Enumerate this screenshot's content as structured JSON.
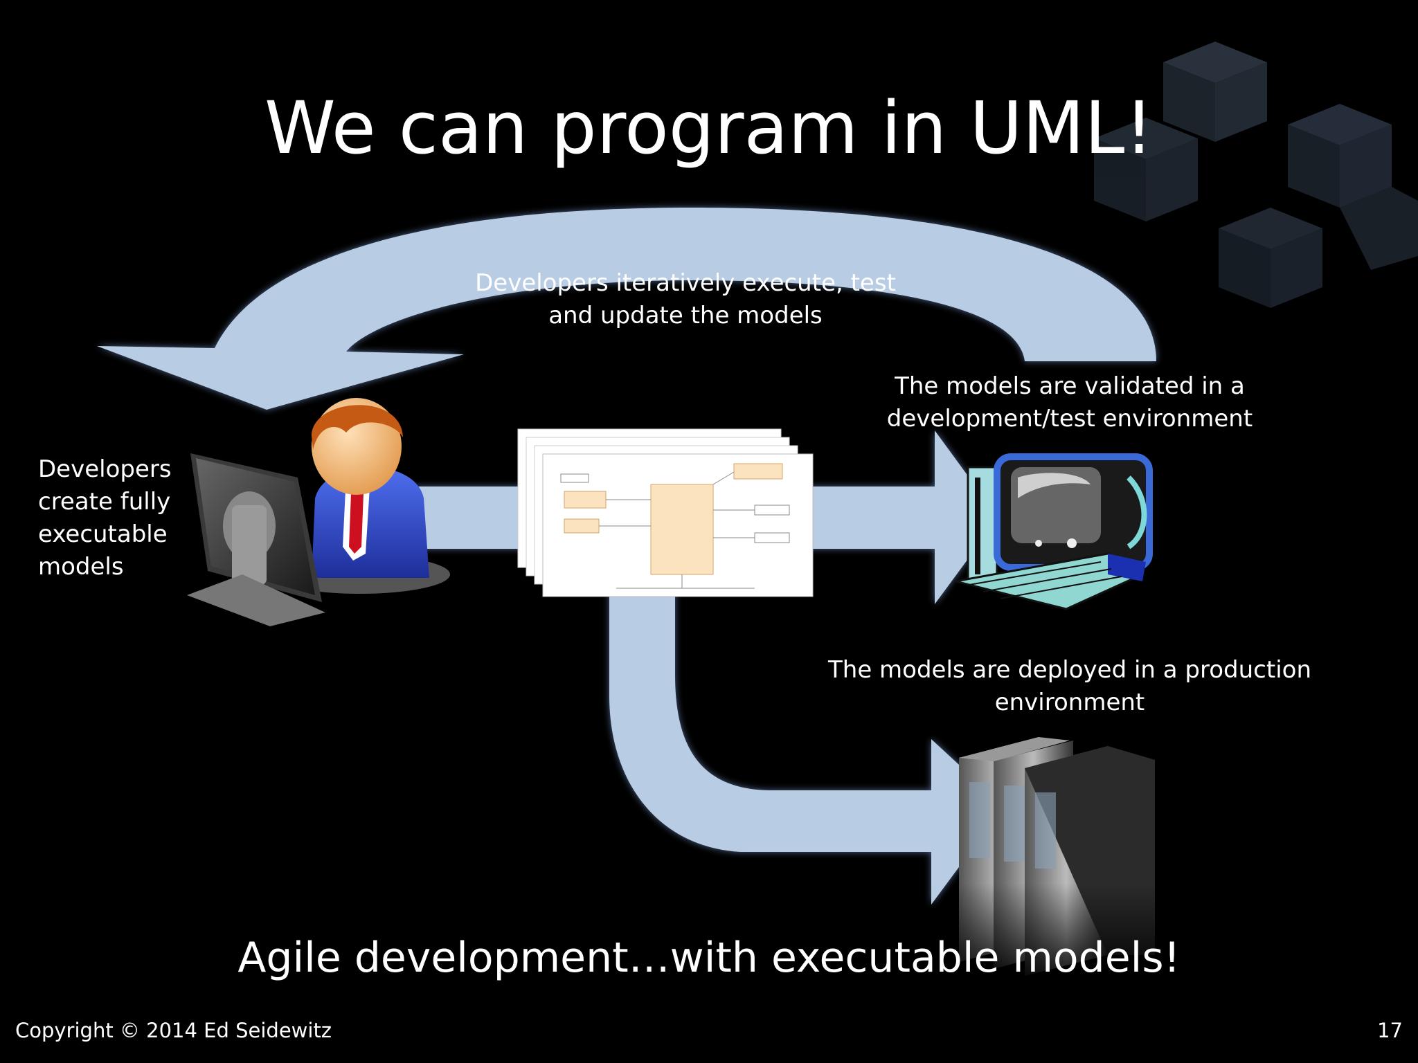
{
  "slide": {
    "title": "We can program in UML!",
    "captions": {
      "loop": "Developers iteratively execute, test and update the models",
      "create": "Developers create fully executable models",
      "validate": "The models are validated in a development/test environment",
      "deploy": "The models are deployed in a production environment"
    },
    "tagline": "Agile development…with executable models!",
    "footer": "Copyright © 2014 Ed Seidewitz",
    "page_number": "17"
  },
  "images": {
    "developer": "developer-at-computer-icon",
    "models": "uml-model-diagrams-stack",
    "test_env": "desktop-computer-icon",
    "production": "server-rack-icon"
  },
  "colors": {
    "background": "#000000",
    "arrow": "#b8cce4",
    "text": "#ffffff",
    "decor": "#2c3a4a"
  }
}
